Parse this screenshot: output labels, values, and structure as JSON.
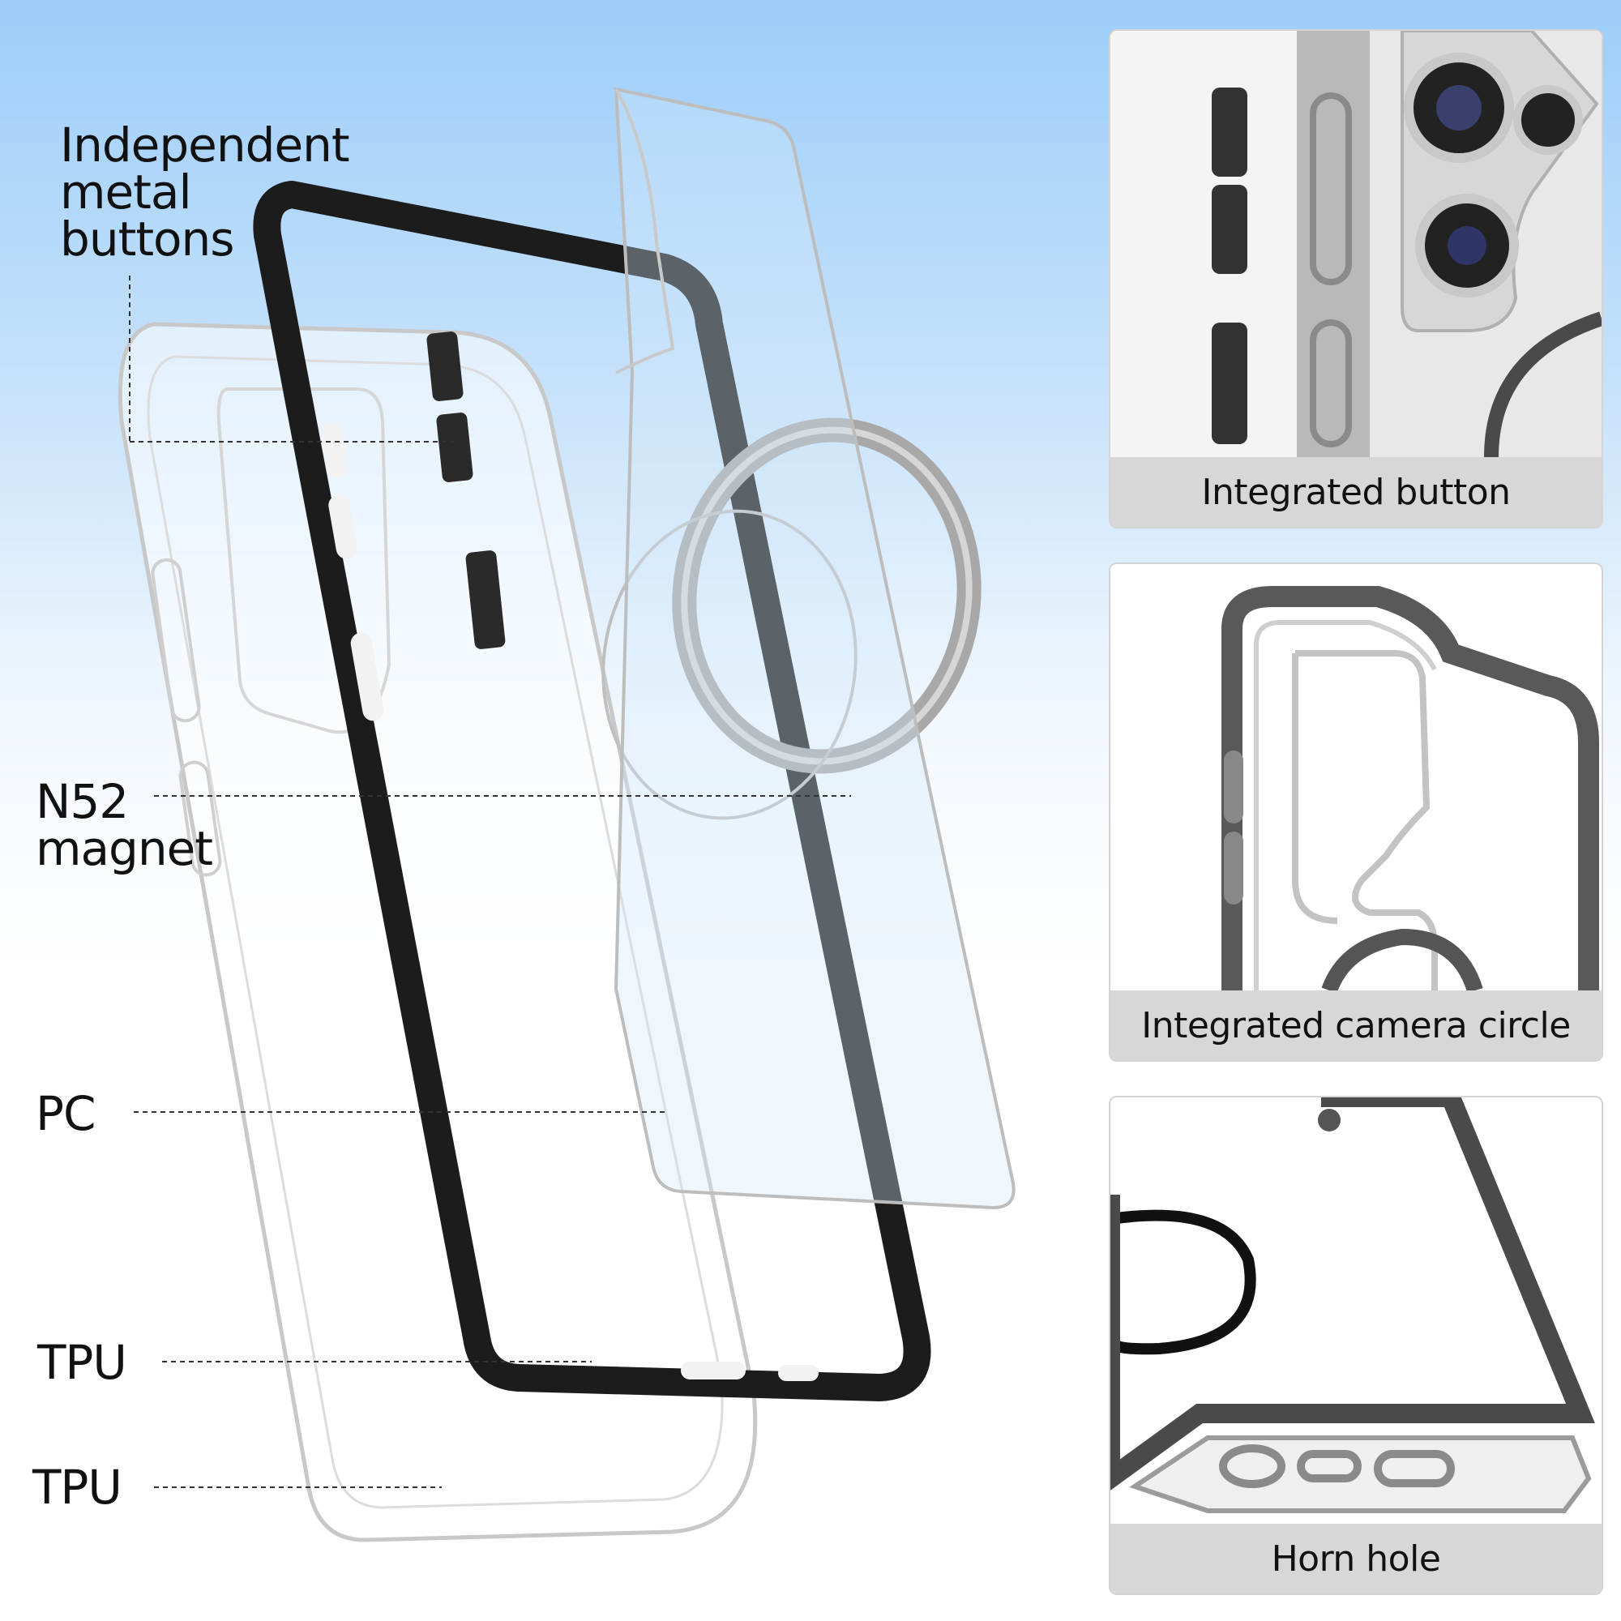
{
  "labels": {
    "buttons": [
      "Independent",
      "metal",
      "buttons"
    ],
    "magnet": [
      "N52",
      "magnet"
    ],
    "pc": "PC",
    "tpu_upper": "TPU",
    "tpu_lower": "TPU"
  },
  "panels": [
    {
      "caption": "Integrated button"
    },
    {
      "caption": "Integrated camera circle"
    },
    {
      "caption": "Horn hole"
    }
  ]
}
